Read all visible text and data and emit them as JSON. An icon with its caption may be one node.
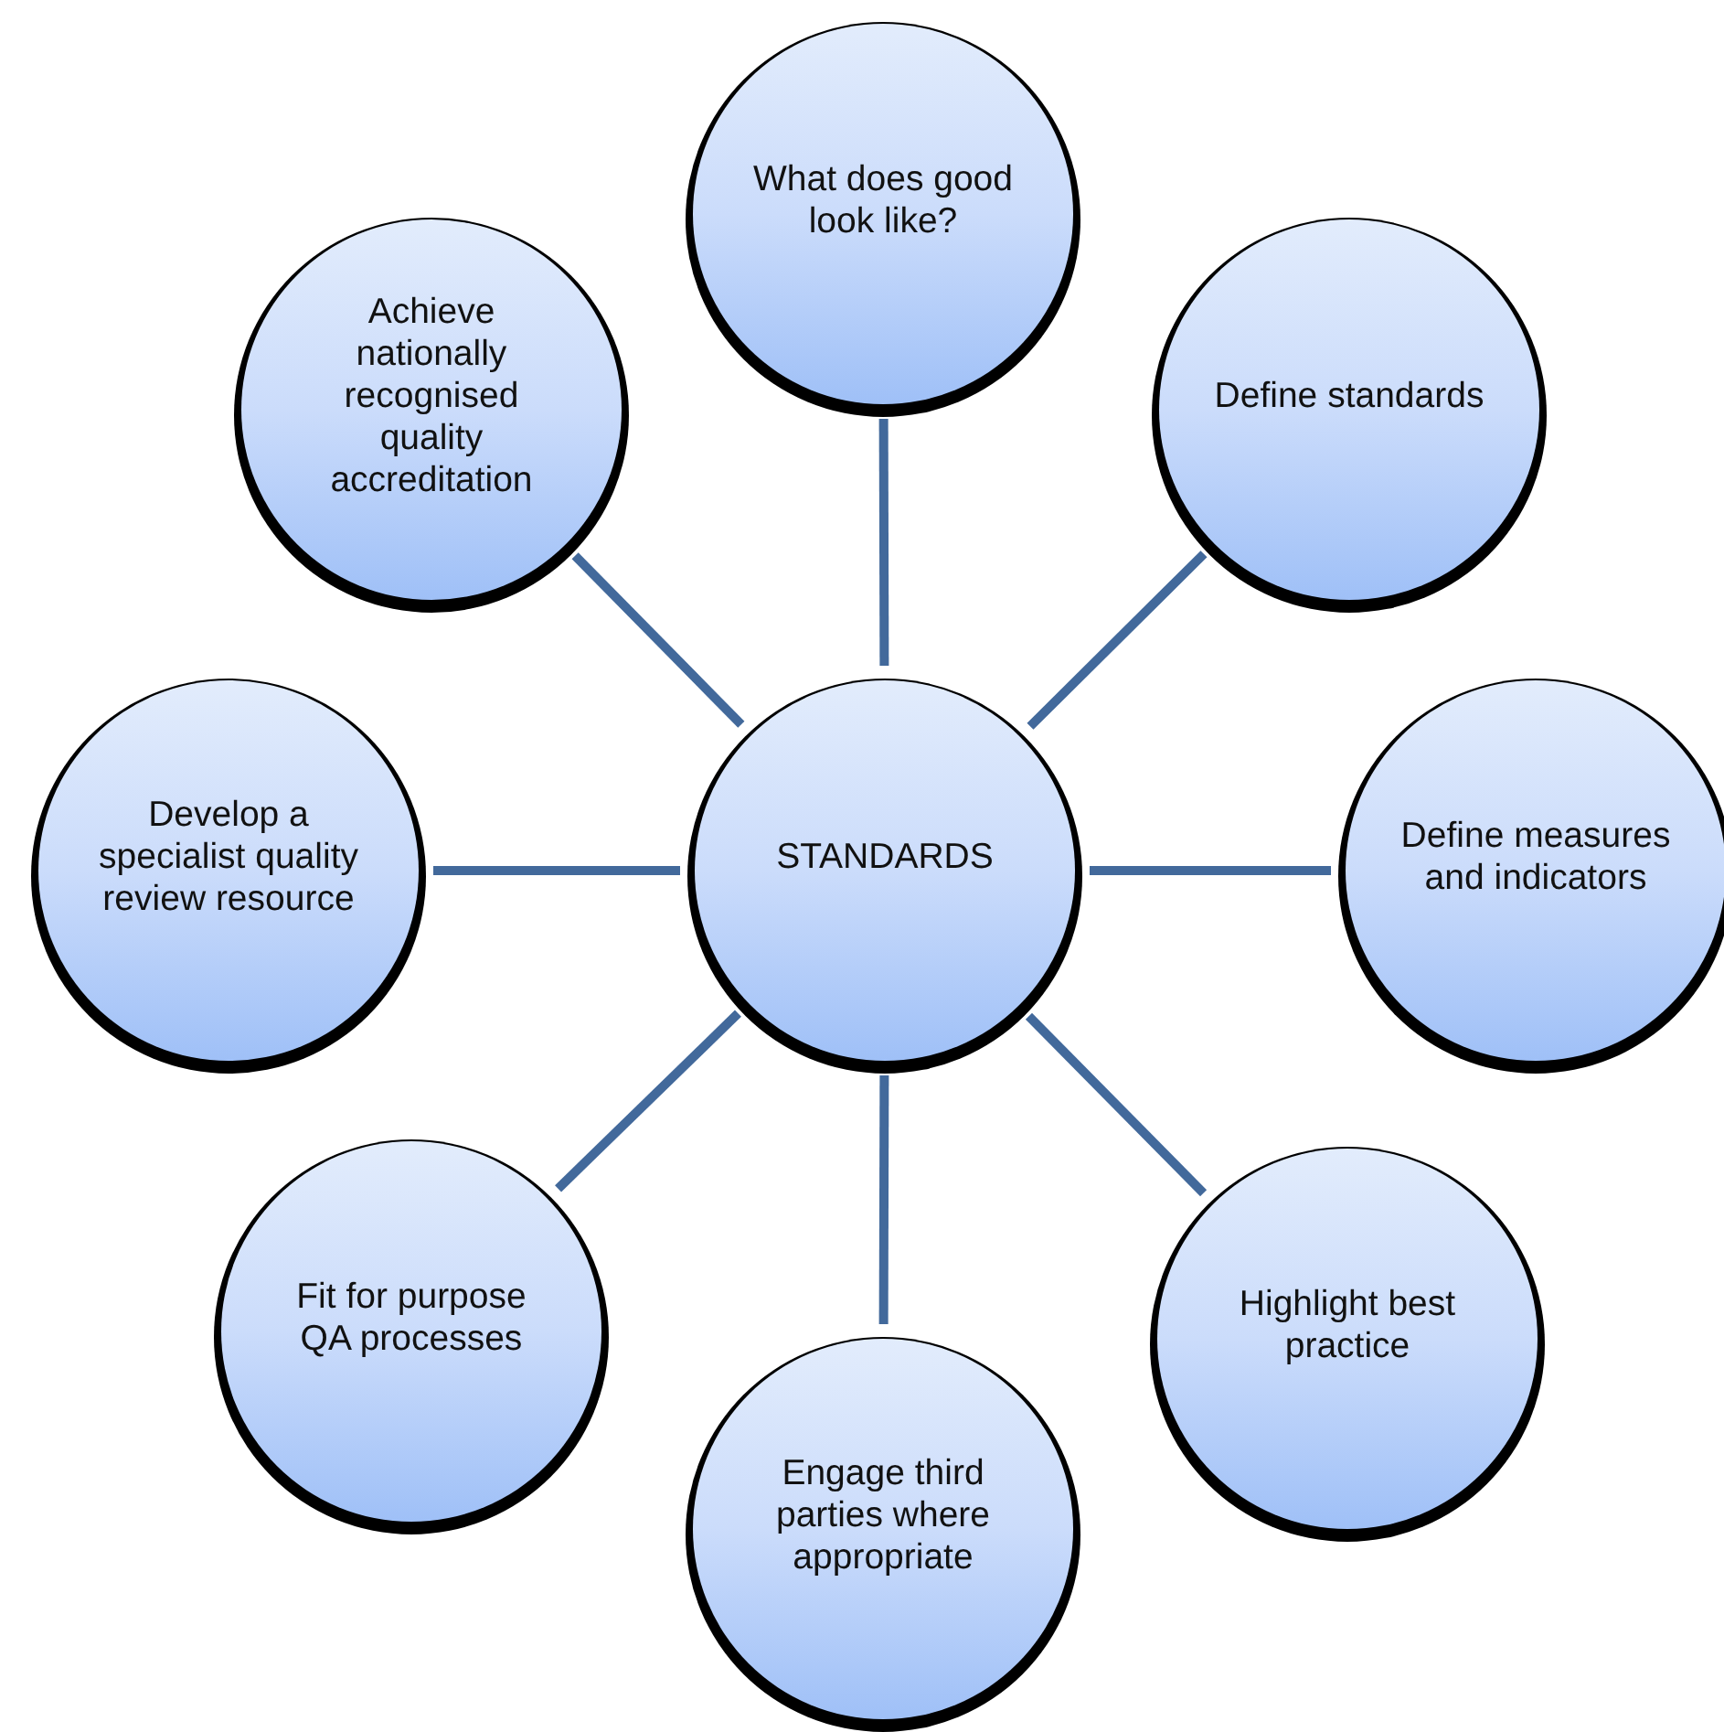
{
  "diagram": {
    "nodes": [
      {
        "text": [
          "STANDARDS"
        ]
      },
      {
        "text": [
          "What does good look like?"
        ]
      },
      {
        "text": [
          "Define standards"
        ]
      },
      {
        "text": [
          "Define measures and indicators"
        ]
      },
      {
        "text": [
          "Highlight best practice"
        ]
      },
      {
        "text": [
          "Engage third parties where appropriate"
        ]
      },
      {
        "text": [
          "Fit for purpose QA processes"
        ]
      },
      {
        "text": [
          "Develop a specialist quality review resource"
        ]
      },
      {
        "text": [
          "Achieve nationally recognised quality accreditation"
        ]
      }
    ],
    "edges": [
      {
        "from": 0,
        "to": 1,
        "arrow": "none"
      },
      {
        "from": 0,
        "to": 2,
        "arrow": "none"
      },
      {
        "from": 0,
        "to": 3,
        "arrow": "none"
      },
      {
        "from": 0,
        "to": 4,
        "arrow": "none"
      },
      {
        "from": 0,
        "to": 5,
        "arrow": "none"
      },
      {
        "from": 0,
        "to": 6,
        "arrow": "none"
      },
      {
        "from": 0,
        "to": 7,
        "arrow": "none"
      },
      {
        "from": 0,
        "to": 8,
        "arrow": "none"
      }
    ]
  }
}
